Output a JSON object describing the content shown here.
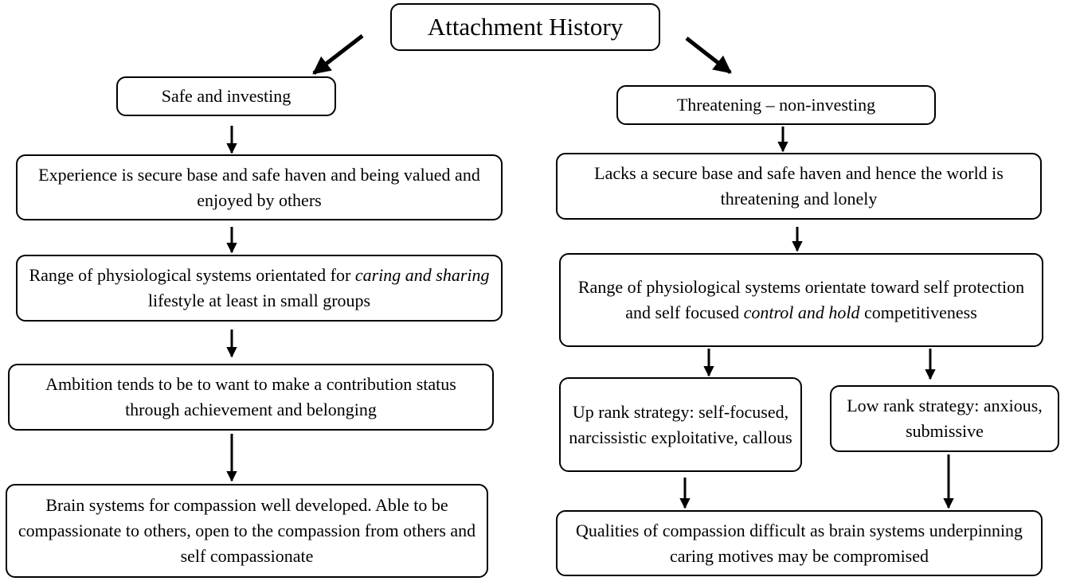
{
  "title": "Attachment History",
  "left": {
    "header": "Safe and investing",
    "experience": "Experience is secure base and safe haven and being valued and enjoyed by others",
    "systems_pre": "Range of physiological  systems orientated for ",
    "systems_em": "caring and sharing",
    "systems_post": " lifestyle at least in small groups",
    "ambition": "Ambition tends to be to want to make a contribution status through achievement and belonging",
    "brain": "Brain systems for compassion well developed. Able to be compassionate to others, open to the compassion from others and self compassionate"
  },
  "right": {
    "header": "Threatening – non-investing",
    "lacks": "Lacks a secure base and safe haven and hence the world is threatening and lonely",
    "systems_pre": "Range of physiological  systems orientate toward self protection and self focused ",
    "systems_em": "control and hold",
    "systems_post": " competitiveness",
    "up_rank": "Up rank strategy: self-focused, narcissistic exploitative, callous",
    "low_rank": "Low rank strategy: anxious, submissive",
    "qualities": "Qualities of compassion difficult as brain systems underpinning caring motives may be compromised"
  }
}
